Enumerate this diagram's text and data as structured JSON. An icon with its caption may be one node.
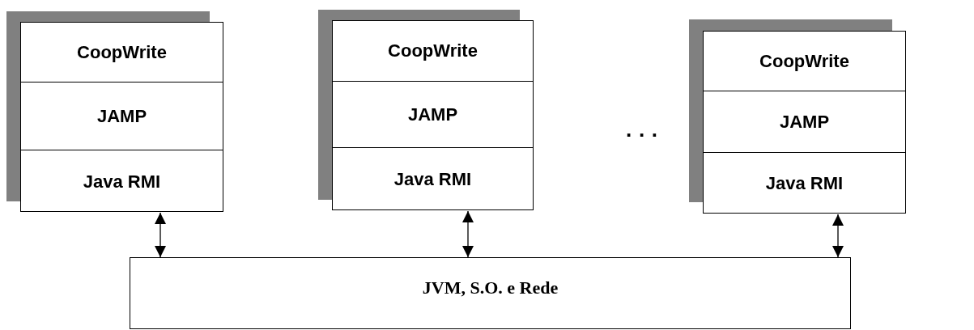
{
  "diagram": {
    "nodes": [
      {
        "text": [],
        "shape": "box"
      },
      {
        "text": [
          "CoopWrite"
        ],
        "in": 0
      },
      {
        "text": [
          "JAMP"
        ],
        "in": 0
      },
      {
        "text": [
          "Java RMI"
        ],
        "in": 0
      },
      {
        "text": [],
        "shape": "box"
      },
      {
        "text": [
          "CoopWrite"
        ],
        "in": 4
      },
      {
        "text": [
          "JAMP"
        ],
        "in": 4
      },
      {
        "text": [
          "Java RMI"
        ],
        "in": 4
      },
      {
        "text": [],
        "shape": "box"
      },
      {
        "text": [
          "CoopWrite"
        ],
        "in": 8
      },
      {
        "text": [
          "JAMP"
        ],
        "in": 8
      },
      {
        "text": [
          "Java RMI"
        ],
        "in": 8
      },
      {
        "text": [
          "JVM, S.O. e Rede"
        ]
      }
    ],
    "edges": [
      {
        "from": 3,
        "to": 12,
        "arrow": "both"
      },
      {
        "from": 7,
        "to": 12,
        "arrow": "both"
      },
      {
        "from": 11,
        "to": 12,
        "arrow": "both"
      }
    ],
    "labels": [
      "· · ·"
    ]
  }
}
